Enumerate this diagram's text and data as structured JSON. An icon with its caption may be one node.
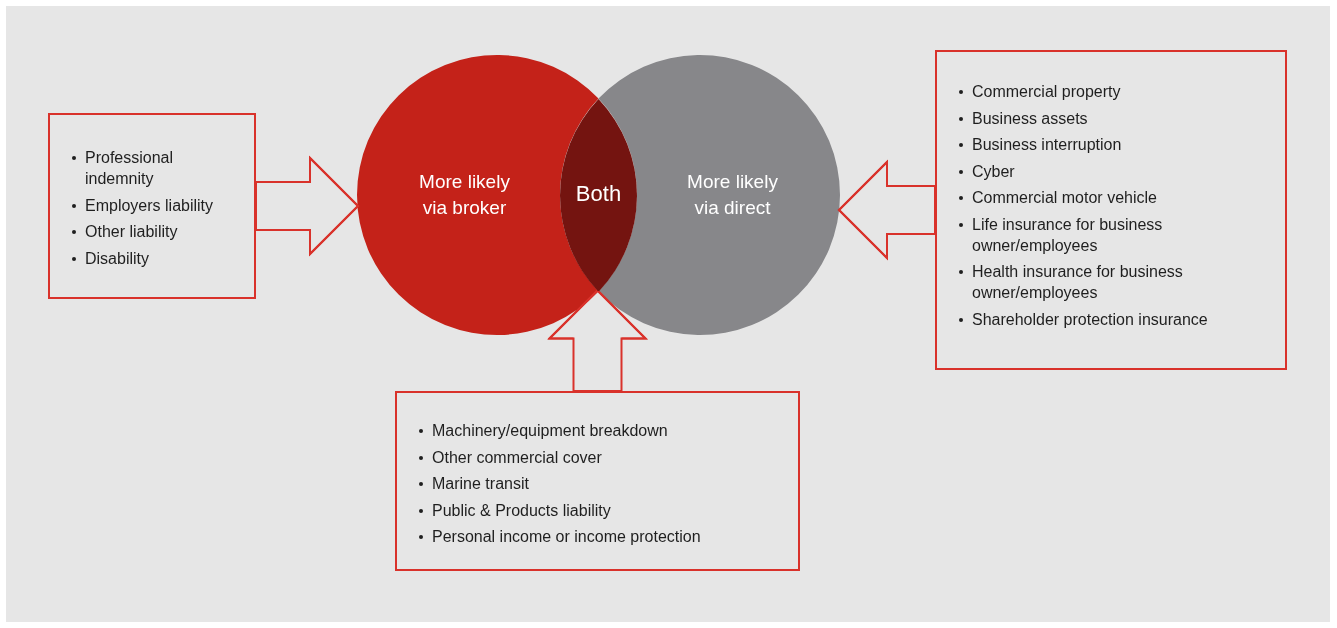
{
  "diagram": {
    "nodes": [
      {
        "text": [
          "Professional indemnity",
          "Employers liability",
          "Other liability",
          "Disability"
        ]
      },
      {
        "text": [
          "More likely via broker"
        ]
      },
      {
        "text": [
          "Both"
        ]
      },
      {
        "text": [
          "More likely via direct"
        ]
      },
      {
        "text": [
          "Commercial property",
          "Business assets",
          "Business interruption",
          "Cyber",
          "Commercial motor vehicle",
          "Life insurance for business owner/employees",
          "Health insurance for business owner/employees",
          "Shareholder protection insurance"
        ]
      },
      {
        "text": [
          "Machinery/equipment breakdown",
          "Other commercial cover",
          "Marine transit",
          "Public & Products liability",
          "Personal income or income protection"
        ]
      }
    ],
    "edges": [
      {
        "from": 0,
        "to": 1,
        "arrow": "to"
      },
      {
        "from": 4,
        "to": 3,
        "arrow": "to"
      },
      {
        "from": 5,
        "to": 2,
        "arrow": "to"
      }
    ]
  }
}
